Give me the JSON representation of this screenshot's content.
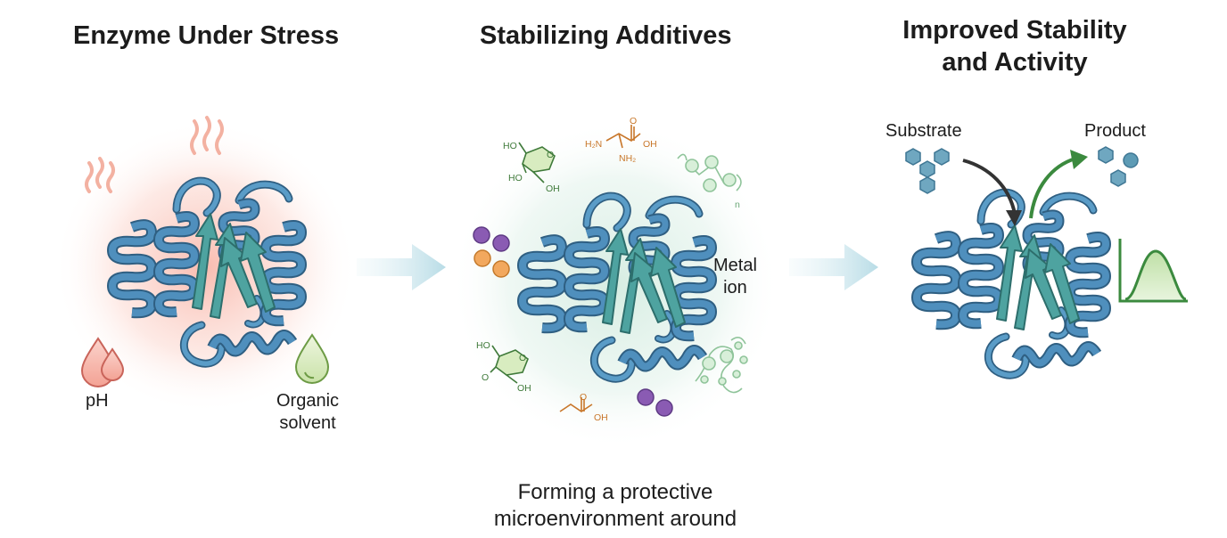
{
  "panels": {
    "left": {
      "title": "Enzyme Under Stress",
      "ph_label": "pH",
      "solvent_label_line1": "Organic",
      "solvent_label_line2": "solvent"
    },
    "middle": {
      "title": "Stabilizing Additives",
      "metal_label_line1": "Metal",
      "metal_label_line2": "ion",
      "caption_line1": "Forming a protective",
      "caption_line2": "microenvironment around",
      "chem": {
        "sugar_top_ho1": "HO",
        "sugar_top_o": "O",
        "sugar_top_ho2": "HO",
        "sugar_top_oh": "OH",
        "amino_h2n": "H₂N",
        "amino_o": "O",
        "amino_oh": "OH",
        "amino_nh2": "NH₂",
        "polymer_n": "n",
        "sugar_bottom_ho": "HO",
        "sugar_bottom_o": "O",
        "sugar_bottom_o2": "O",
        "sugar_bottom_oh": "OH",
        "acid_o": "O",
        "acid_oh": "OH"
      }
    },
    "right": {
      "title_line1": "Improved Stability",
      "title_line2": "and Activity",
      "substrate_label": "Substrate",
      "product_label": "Product"
    }
  },
  "colors": {
    "helix": "#4a88b3",
    "helix_dark": "#2f5f82",
    "sheet": "#4ea3a0",
    "stress_glow": "#f4a79a",
    "protect_glow": "#cfe9dc",
    "arrow": "#c7e3ec",
    "acid_purple": "#8a5bb3",
    "ion_orange": "#f0a25a",
    "amino_orange": "#c8772a",
    "sugar_green": "#3f7a3a",
    "product_green": "#3b8a3e",
    "molecule_teal": "#5d9bb5"
  },
  "icons": [
    "heat-waves-icon",
    "ph-drop-icon",
    "solvent-drop-icon",
    "process-arrow-icon",
    "activity-curve-icon"
  ]
}
